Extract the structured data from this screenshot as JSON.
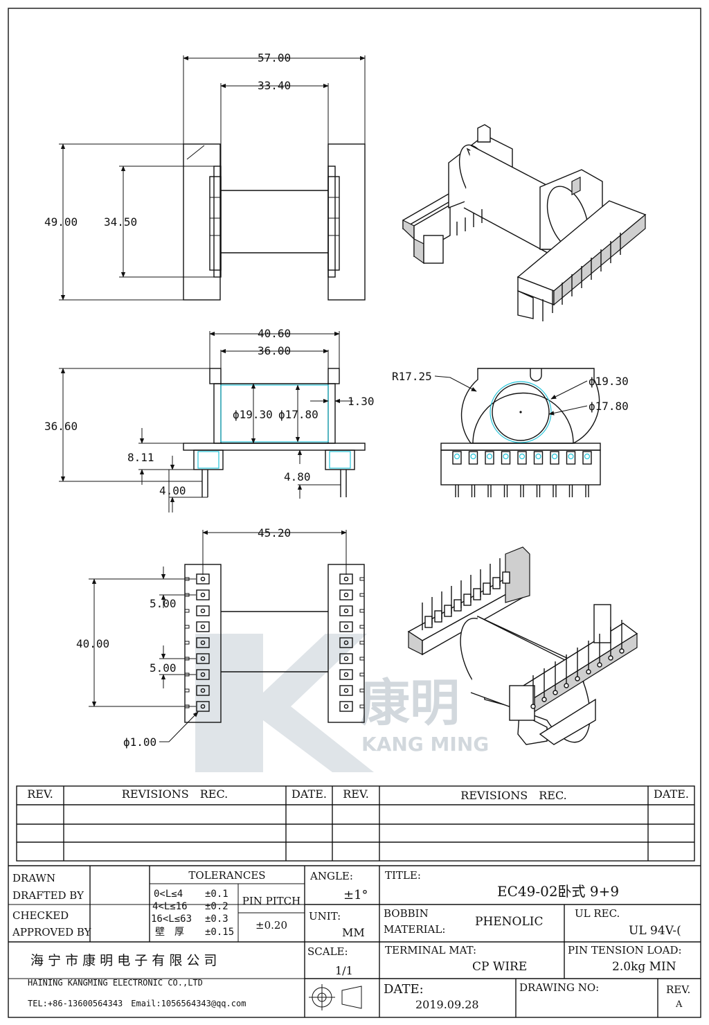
{
  "dimensions": {
    "top_width_outer": "57.00",
    "top_width_inner": "33.40",
    "top_height_outer": "49.00",
    "top_height_inner": "34.50",
    "front_width_outer": "40.60",
    "front_width_inner": "36.00",
    "front_height": "36.60",
    "tube_outer_dia": "ϕ19.30",
    "tube_inner_dia": "ϕ17.80",
    "wall": "1.30",
    "base_height": "8.11",
    "pin_length": "4.00",
    "pin_offset": "4.80",
    "side_radius": "R17.25",
    "side_outer_dia": "ϕ19.30",
    "side_inner_dia": "ϕ17.80",
    "bottom_width": "45.20",
    "bottom_height": "40.00",
    "pitch_1": "5.00",
    "pitch_2": "5.00",
    "pin_dia": "ϕ1.00"
  },
  "watermark": {
    "cn": "康明",
    "en": "KANG MING"
  },
  "revisions_table": {
    "headers": [
      "REV.",
      "REVISIONS　REC.",
      "DATE.",
      "REV.",
      "REVISIONS　REC.",
      "DATE."
    ]
  },
  "title_block": {
    "drawn": "DRAWN",
    "drafted_by": "DRAFTED BY",
    "checked": "CHECKED",
    "approved_by": "APPROVED BY",
    "tolerances_label": "TOLERANCES",
    "tol_rows": [
      {
        "range": "0<L≤4",
        "tol": "±0.1"
      },
      {
        "range": "4<L≤16",
        "tol": "±0.2"
      },
      {
        "range": "16<L≤63",
        "tol": "±0.3"
      },
      {
        "range": "壁　厚",
        "tol": "±0.15"
      }
    ],
    "pin_pitch_label": "PIN PITCH",
    "pin_pitch_value": "±0.20",
    "angle_label": "ANGLE:",
    "angle_value": "±1°",
    "unit_label": "UNIT:",
    "unit_value": "MM",
    "scale_label": "SCALE:",
    "scale_value": "1/1",
    "title_label": "TITLE:",
    "title_value": "EC49-02卧式 9+9",
    "bobbin_label": "BOBBIN",
    "material_label": "MATERIAL:",
    "material_value": "PHENOLIC",
    "ul_label": "UL REC.",
    "ul_value": "UL 94V-(",
    "terminal_label": "TERMINAL MAT:",
    "terminal_value": "CP WIRE",
    "pin_tension_label": "PIN TENSION LOAD:",
    "pin_tension_value": "2.0kg MIN",
    "date_label": "DATE:",
    "date_value": "2019.09.28",
    "drawing_no_label": "DRAWING NO:",
    "rev_label": "REV.",
    "rev_value": "A",
    "company_cn": "海 宁 市 康 明 电 子 有 限 公 司",
    "company_en": "HAINING KANGMING ELECTRONIC CO.,LTD",
    "contact": "TEL:+86-13600564343　Email:1056564343@qq.com"
  }
}
